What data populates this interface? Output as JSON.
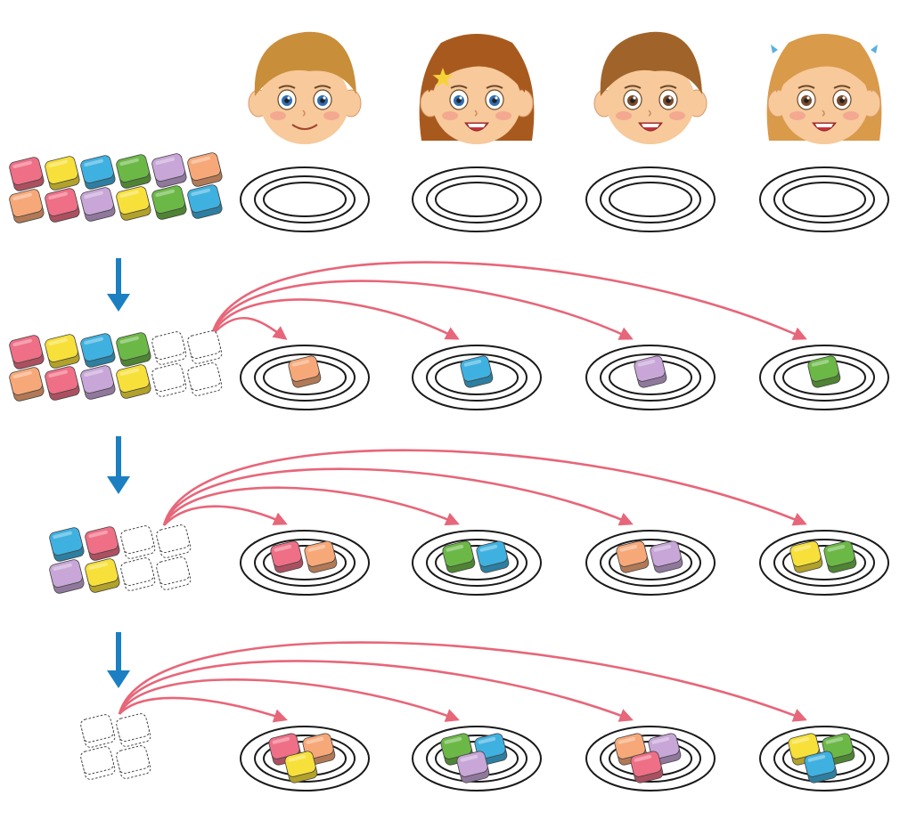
{
  "colors": {
    "pink": "#ef6f86",
    "yellow": "#f7e03a",
    "blue": "#3fb1e0",
    "green": "#6cb847",
    "purple": "#c8a6d8",
    "orange": "#f7a878",
    "arrow_red": "#e76679",
    "arrow_blue": "#1b7fc2",
    "plate_stroke": "#1a1a1a"
  },
  "children": [
    {
      "name": "boy-1",
      "hair": "#c98e3a",
      "eye": "#2e6db3",
      "gender": "boy"
    },
    {
      "name": "girl-1",
      "hair": "#a85a1e",
      "eye": "#2e6db3",
      "gender": "girl"
    },
    {
      "name": "boy-2",
      "hair": "#a0642a",
      "eye": "#7a4a2a",
      "gender": "boy"
    },
    {
      "name": "girl-2",
      "hair": "#d99a4a",
      "eye": "#7a4a2a",
      "gender": "girl"
    }
  ],
  "rows": [
    {
      "pile": [
        "pink",
        "yellow",
        "blue",
        "green",
        "purple",
        "orange",
        "orange",
        "pink",
        "purple",
        "yellow",
        "green",
        "blue"
      ],
      "plates": [
        [],
        [],
        [],
        []
      ]
    },
    {
      "pile": [
        "pink",
        "yellow",
        "blue",
        "green",
        "empty",
        "empty",
        "orange",
        "pink",
        "purple",
        "yellow",
        "empty",
        "empty"
      ],
      "plates": [
        [
          "orange"
        ],
        [
          "blue"
        ],
        [
          "purple"
        ],
        [
          "green"
        ]
      ]
    },
    {
      "pile": [
        "blue",
        "pink",
        "empty",
        "empty",
        "purple",
        "yellow",
        "empty",
        "empty"
      ],
      "plates": [
        [
          "pink",
          "orange"
        ],
        [
          "green",
          "blue"
        ],
        [
          "orange",
          "purple"
        ],
        [
          "yellow",
          "green"
        ]
      ]
    },
    {
      "pile": [
        "empty",
        "empty",
        "empty",
        "empty"
      ],
      "plates": [
        [
          "pink",
          "orange",
          "yellow"
        ],
        [
          "green",
          "blue",
          "purple"
        ],
        [
          "orange",
          "purple",
          "pink"
        ],
        [
          "yellow",
          "green",
          "blue"
        ]
      ]
    }
  ]
}
